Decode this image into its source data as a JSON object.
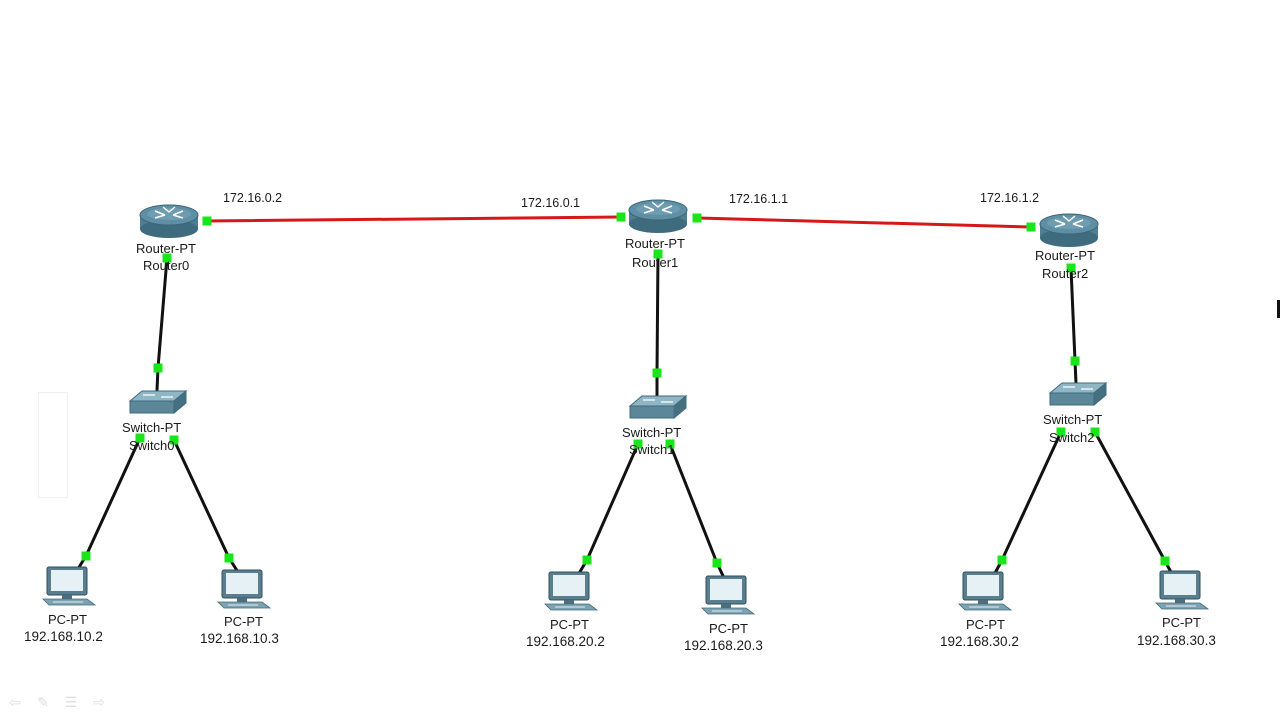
{
  "colors": {
    "wan_link": "#d81818",
    "lan_link": "#111111",
    "port_indicator": "#19e619",
    "router_body": "#5f8fa4",
    "switch_body": "#5b8798",
    "pc_monitor": "#5a7e8e"
  },
  "routers": [
    {
      "type": "Router-PT",
      "name": "Router0",
      "icon": "router-icon"
    },
    {
      "type": "Router-PT",
      "name": "Router1",
      "icon": "router-icon"
    },
    {
      "type": "Router-PT",
      "name": "Router2",
      "icon": "router-icon"
    }
  ],
  "switches": [
    {
      "type": "Switch-PT",
      "name": "Switch0",
      "icon": "switch-icon"
    },
    {
      "type": "Switch-PT",
      "name": "Switch1",
      "icon": "switch-icon"
    },
    {
      "type": "Switch-PT",
      "name": "Switch2",
      "icon": "switch-icon"
    }
  ],
  "pcs": [
    {
      "type": "PC-PT",
      "ip": "192.168.10.2",
      "icon": "pc-icon"
    },
    {
      "type": "PC-PT",
      "ip": "192.168.10.3",
      "icon": "pc-icon"
    },
    {
      "type": "PC-PT",
      "ip": "192.168.20.2",
      "icon": "pc-icon"
    },
    {
      "type": "PC-PT",
      "ip": "192.168.20.3",
      "icon": "pc-icon"
    },
    {
      "type": "PC-PT",
      "ip": "192.168.30.2",
      "icon": "pc-icon"
    },
    {
      "type": "PC-PT",
      "ip": "192.168.30.3",
      "icon": "pc-icon"
    }
  ],
  "link_ips": [
    {
      "text": "172.16.0.2"
    },
    {
      "text": "172.16.0.1"
    },
    {
      "text": "172.16.1.1"
    },
    {
      "text": "172.16.1.2"
    }
  ],
  "toolbar_icons": [
    "back-arrow-icon",
    "pencil-icon",
    "lines-icon",
    "forward-arrow-icon"
  ]
}
